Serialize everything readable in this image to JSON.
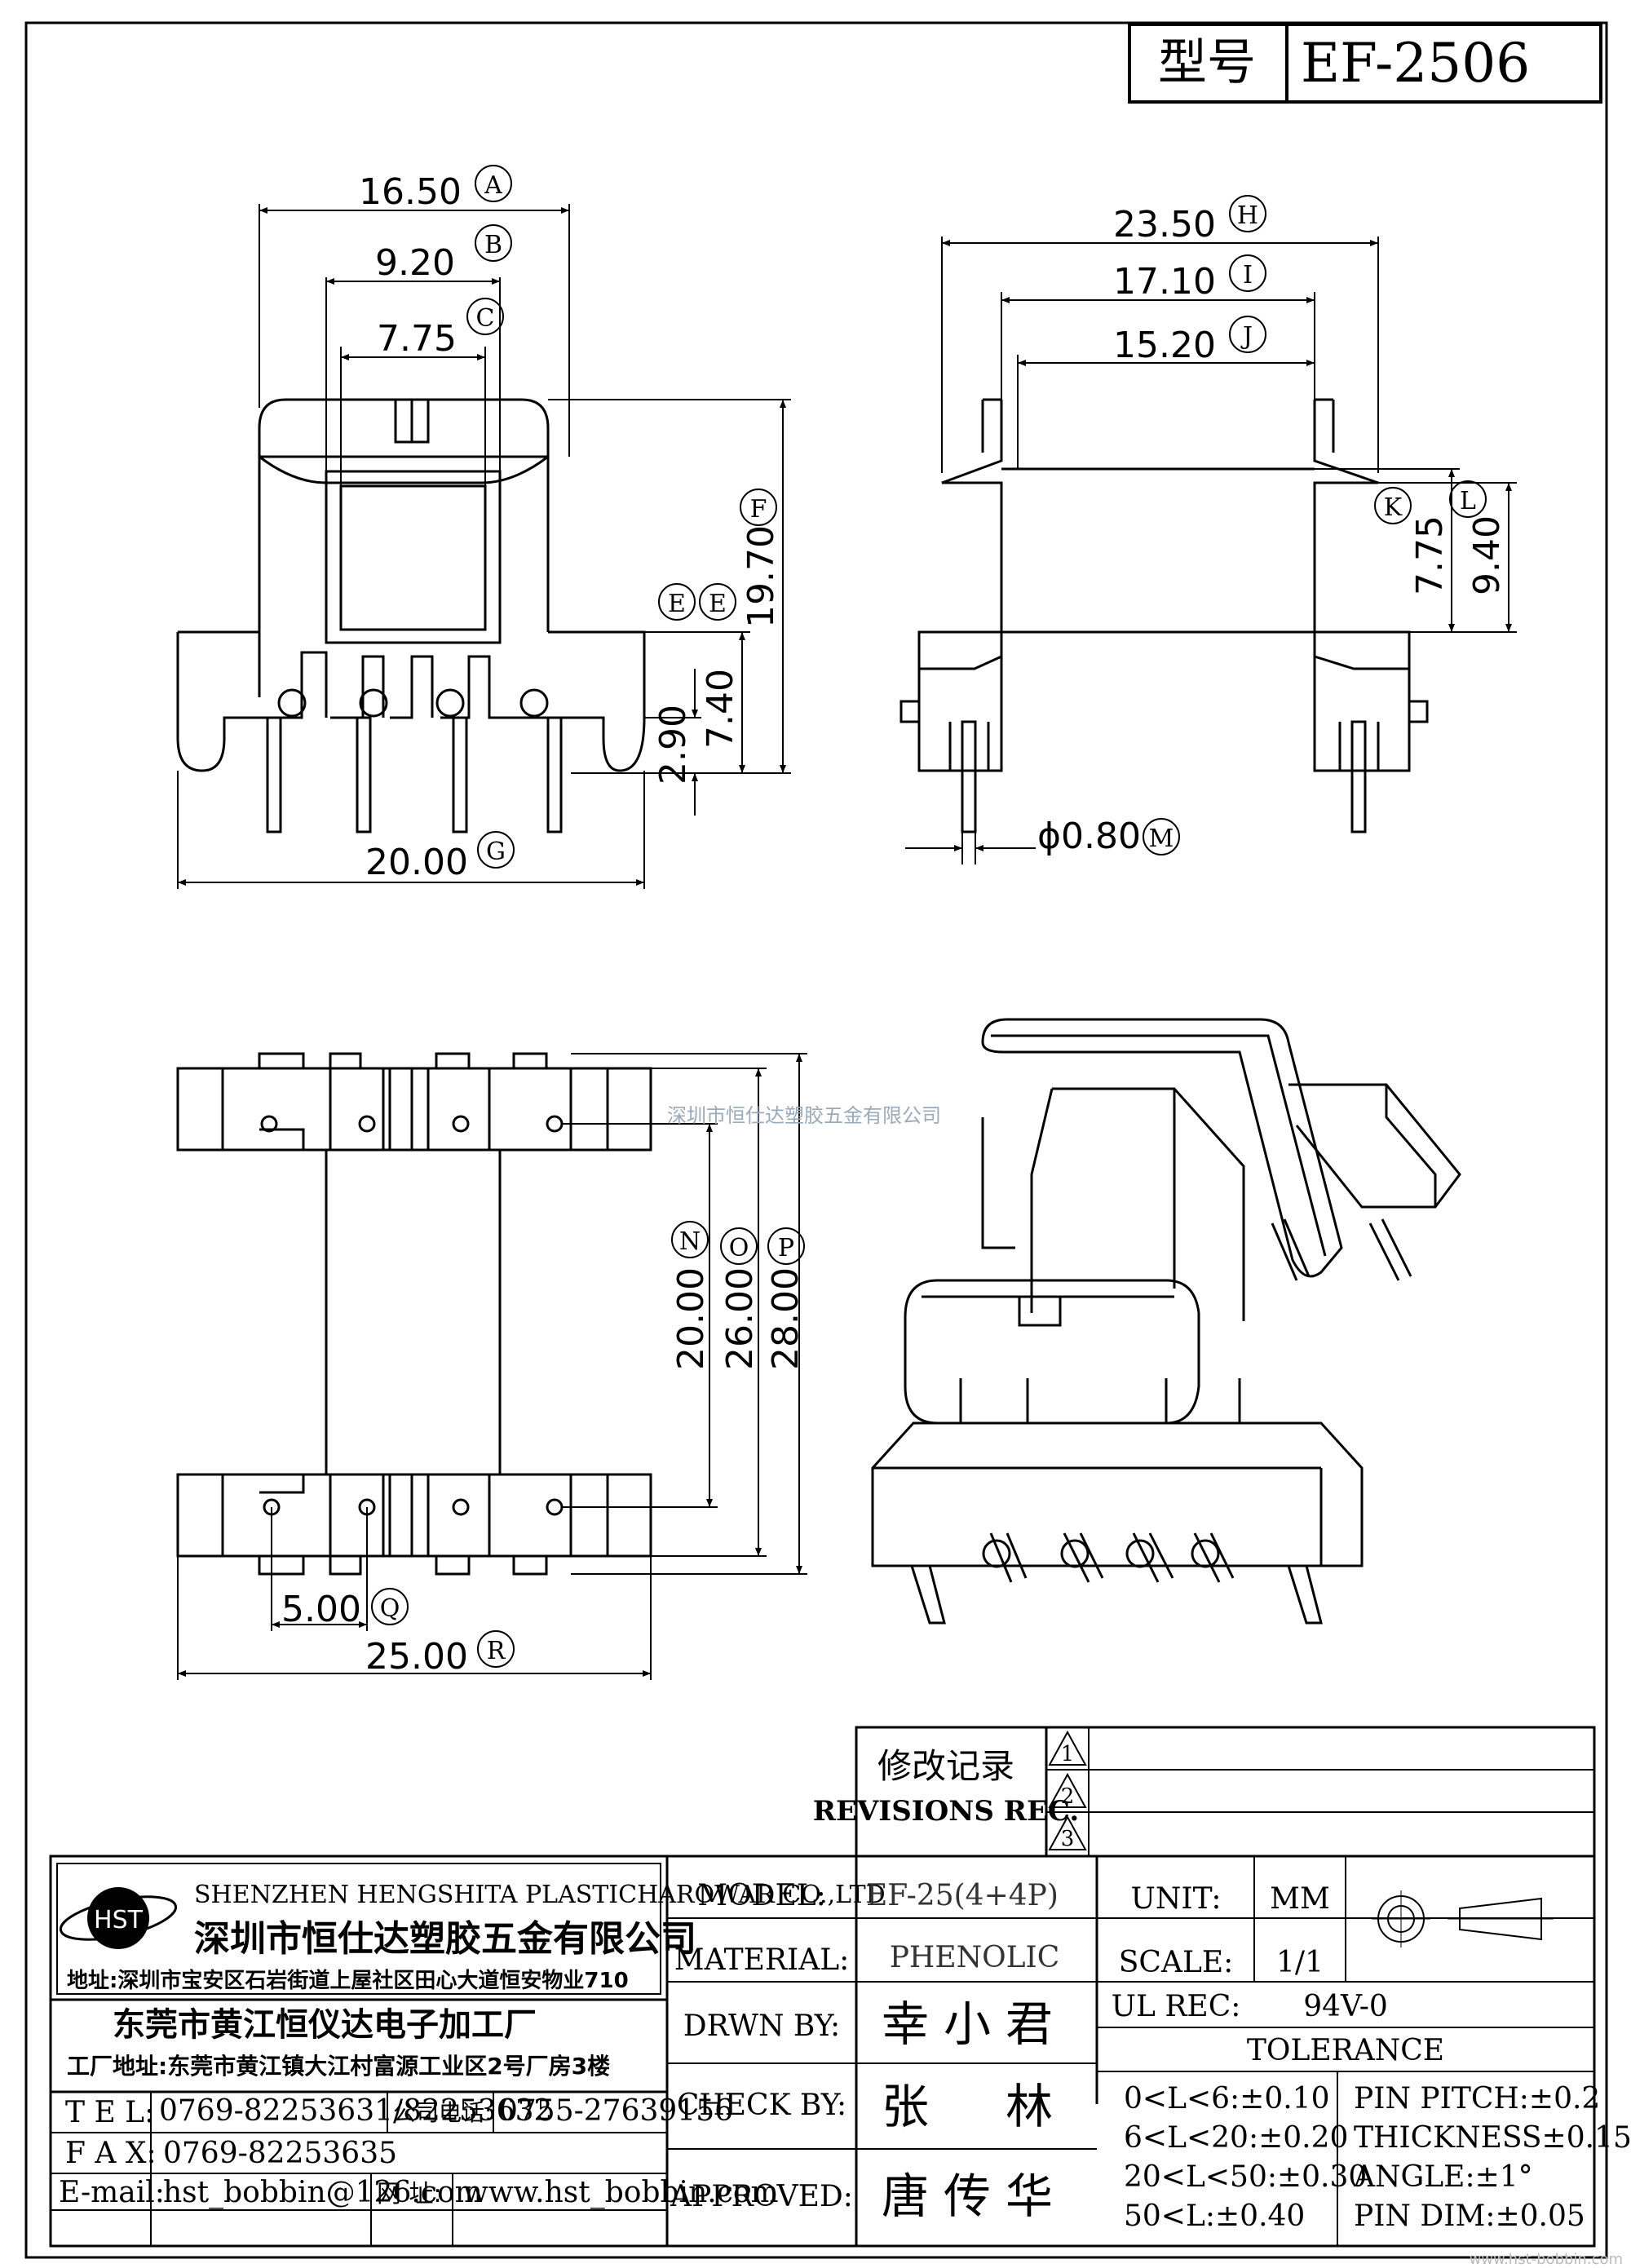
{
  "header": {
    "model_label": "型号",
    "model_value": "EF-2506"
  },
  "dimensions": {
    "a": "16.50",
    "b": "9.20",
    "c": "7.75",
    "f": "19.70",
    "e": "7.40",
    "e2": "2.90",
    "g": "20.00",
    "h": "23.50",
    "i": "17.10",
    "j": "15.20",
    "k": "7.75",
    "l": "9.40",
    "m": "ϕ0.80",
    "n": "20.00",
    "o": "26.00",
    "p": "28.00",
    "q": "5.00",
    "r": "25.00"
  },
  "markers": {
    "a": "A",
    "b": "B",
    "c": "C",
    "e": "E",
    "f": "F",
    "g": "G",
    "h": "H",
    "i": "I",
    "j": "J",
    "k": "K",
    "l": "L",
    "m": "M",
    "n": "N",
    "o": "O",
    "p": "P",
    "q": "Q",
    "r": "R"
  },
  "watermark": "深圳市恒仕达塑胶五金有限公司",
  "revisions": {
    "title": "修改记录",
    "subtitle": "REVISIONS REC.",
    "rows": [
      "1",
      "2",
      "3"
    ]
  },
  "company": {
    "logo": "HST",
    "name_en": "SHENZHEN HENGSHITA PLASTICHAROWAR CO.,LTD",
    "name_cn": "深圳市恒仕达塑胶五金有限公司",
    "address": "地址:深圳市宝安区石岩街道上屋社区田心大道恒安物业710",
    "factory": "东莞市黄江恒仪达电子加工厂",
    "factory_address": "工厂地址:东莞市黄江镇大江村富源工业区2号厂房3楼"
  },
  "contact": {
    "tel_label": "T E L:",
    "tel": "0769-82253631/82253632",
    "office_label": "公司电话:",
    "office": "0755-27639156",
    "fax_label": "F A X:",
    "fax": "0769-82253635",
    "email_label": "E-mail:",
    "email": "hst_bobbin@126.com",
    "web_label": "网 址:",
    "web": "www.hst_bobbin.com"
  },
  "specs": {
    "model_label": "MODEL:",
    "model": "EF-25(4+4P)",
    "unit_label": "UNIT:",
    "unit": "MM",
    "material_label": "MATERIAL:",
    "material": "PHENOLIC",
    "scale_label": "SCALE:",
    "scale": "1/1",
    "ul_label": "UL REC:",
    "ul": "94V-0",
    "drawn_label": "DRWN BY:",
    "drawn": "幸小君",
    "check_label": "CHECK BY:",
    "check": "张　林",
    "approved_label": "APPROVED:",
    "approved": "唐传华",
    "tolerance_label": "TOLERANCE",
    "tolerances": [
      "0<L<6:±0.10",
      "6<L<20:±0.20",
      "20<L<50:±0.30",
      "50<L:±0.40"
    ],
    "pin": [
      "PIN PITCH:±0.2",
      "THICKNESS±0.15",
      "ANGLE:±1°",
      "PIN DIM:±0.05"
    ]
  },
  "footer_url": "www.hst-bobbin.com"
}
